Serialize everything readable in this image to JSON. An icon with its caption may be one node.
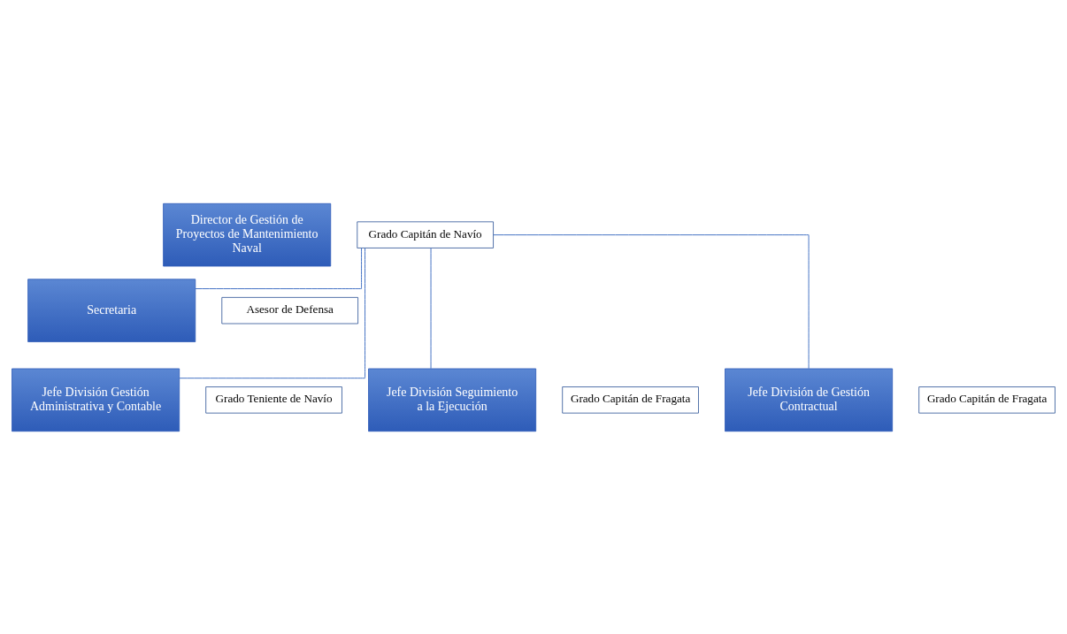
{
  "diagram": {
    "nodes": [
      {
        "text": [
          "Director de Gestión de Proyectos de Mantenimiento Naval"
        ]
      },
      {
        "text": [
          "Grado Capitán de Navío"
        ]
      },
      {
        "text": [
          "Secretaria"
        ]
      },
      {
        "text": [
          "Asesor de Defensa"
        ]
      },
      {
        "text": [
          "Jefe División Gestión Administrativa y Contable"
        ]
      },
      {
        "text": [
          "Grado Teniente de Navío"
        ]
      },
      {
        "text": [
          "Jefe División Seguimiento a la Ejecución"
        ]
      },
      {
        "text": [
          "Grado Capitán de Fragata"
        ]
      },
      {
        "text": [
          "Jefe División de Gestión Contractual"
        ]
      },
      {
        "text": [
          "Grado Capitán de Fragata"
        ]
      }
    ],
    "edges": [
      {
        "from": 1,
        "to": 2,
        "arrow": "none"
      },
      {
        "from": 1,
        "to": 4,
        "arrow": "none"
      },
      {
        "from": 1,
        "to": 6,
        "arrow": "none"
      },
      {
        "from": 1,
        "to": 8,
        "arrow": "none"
      }
    ]
  }
}
